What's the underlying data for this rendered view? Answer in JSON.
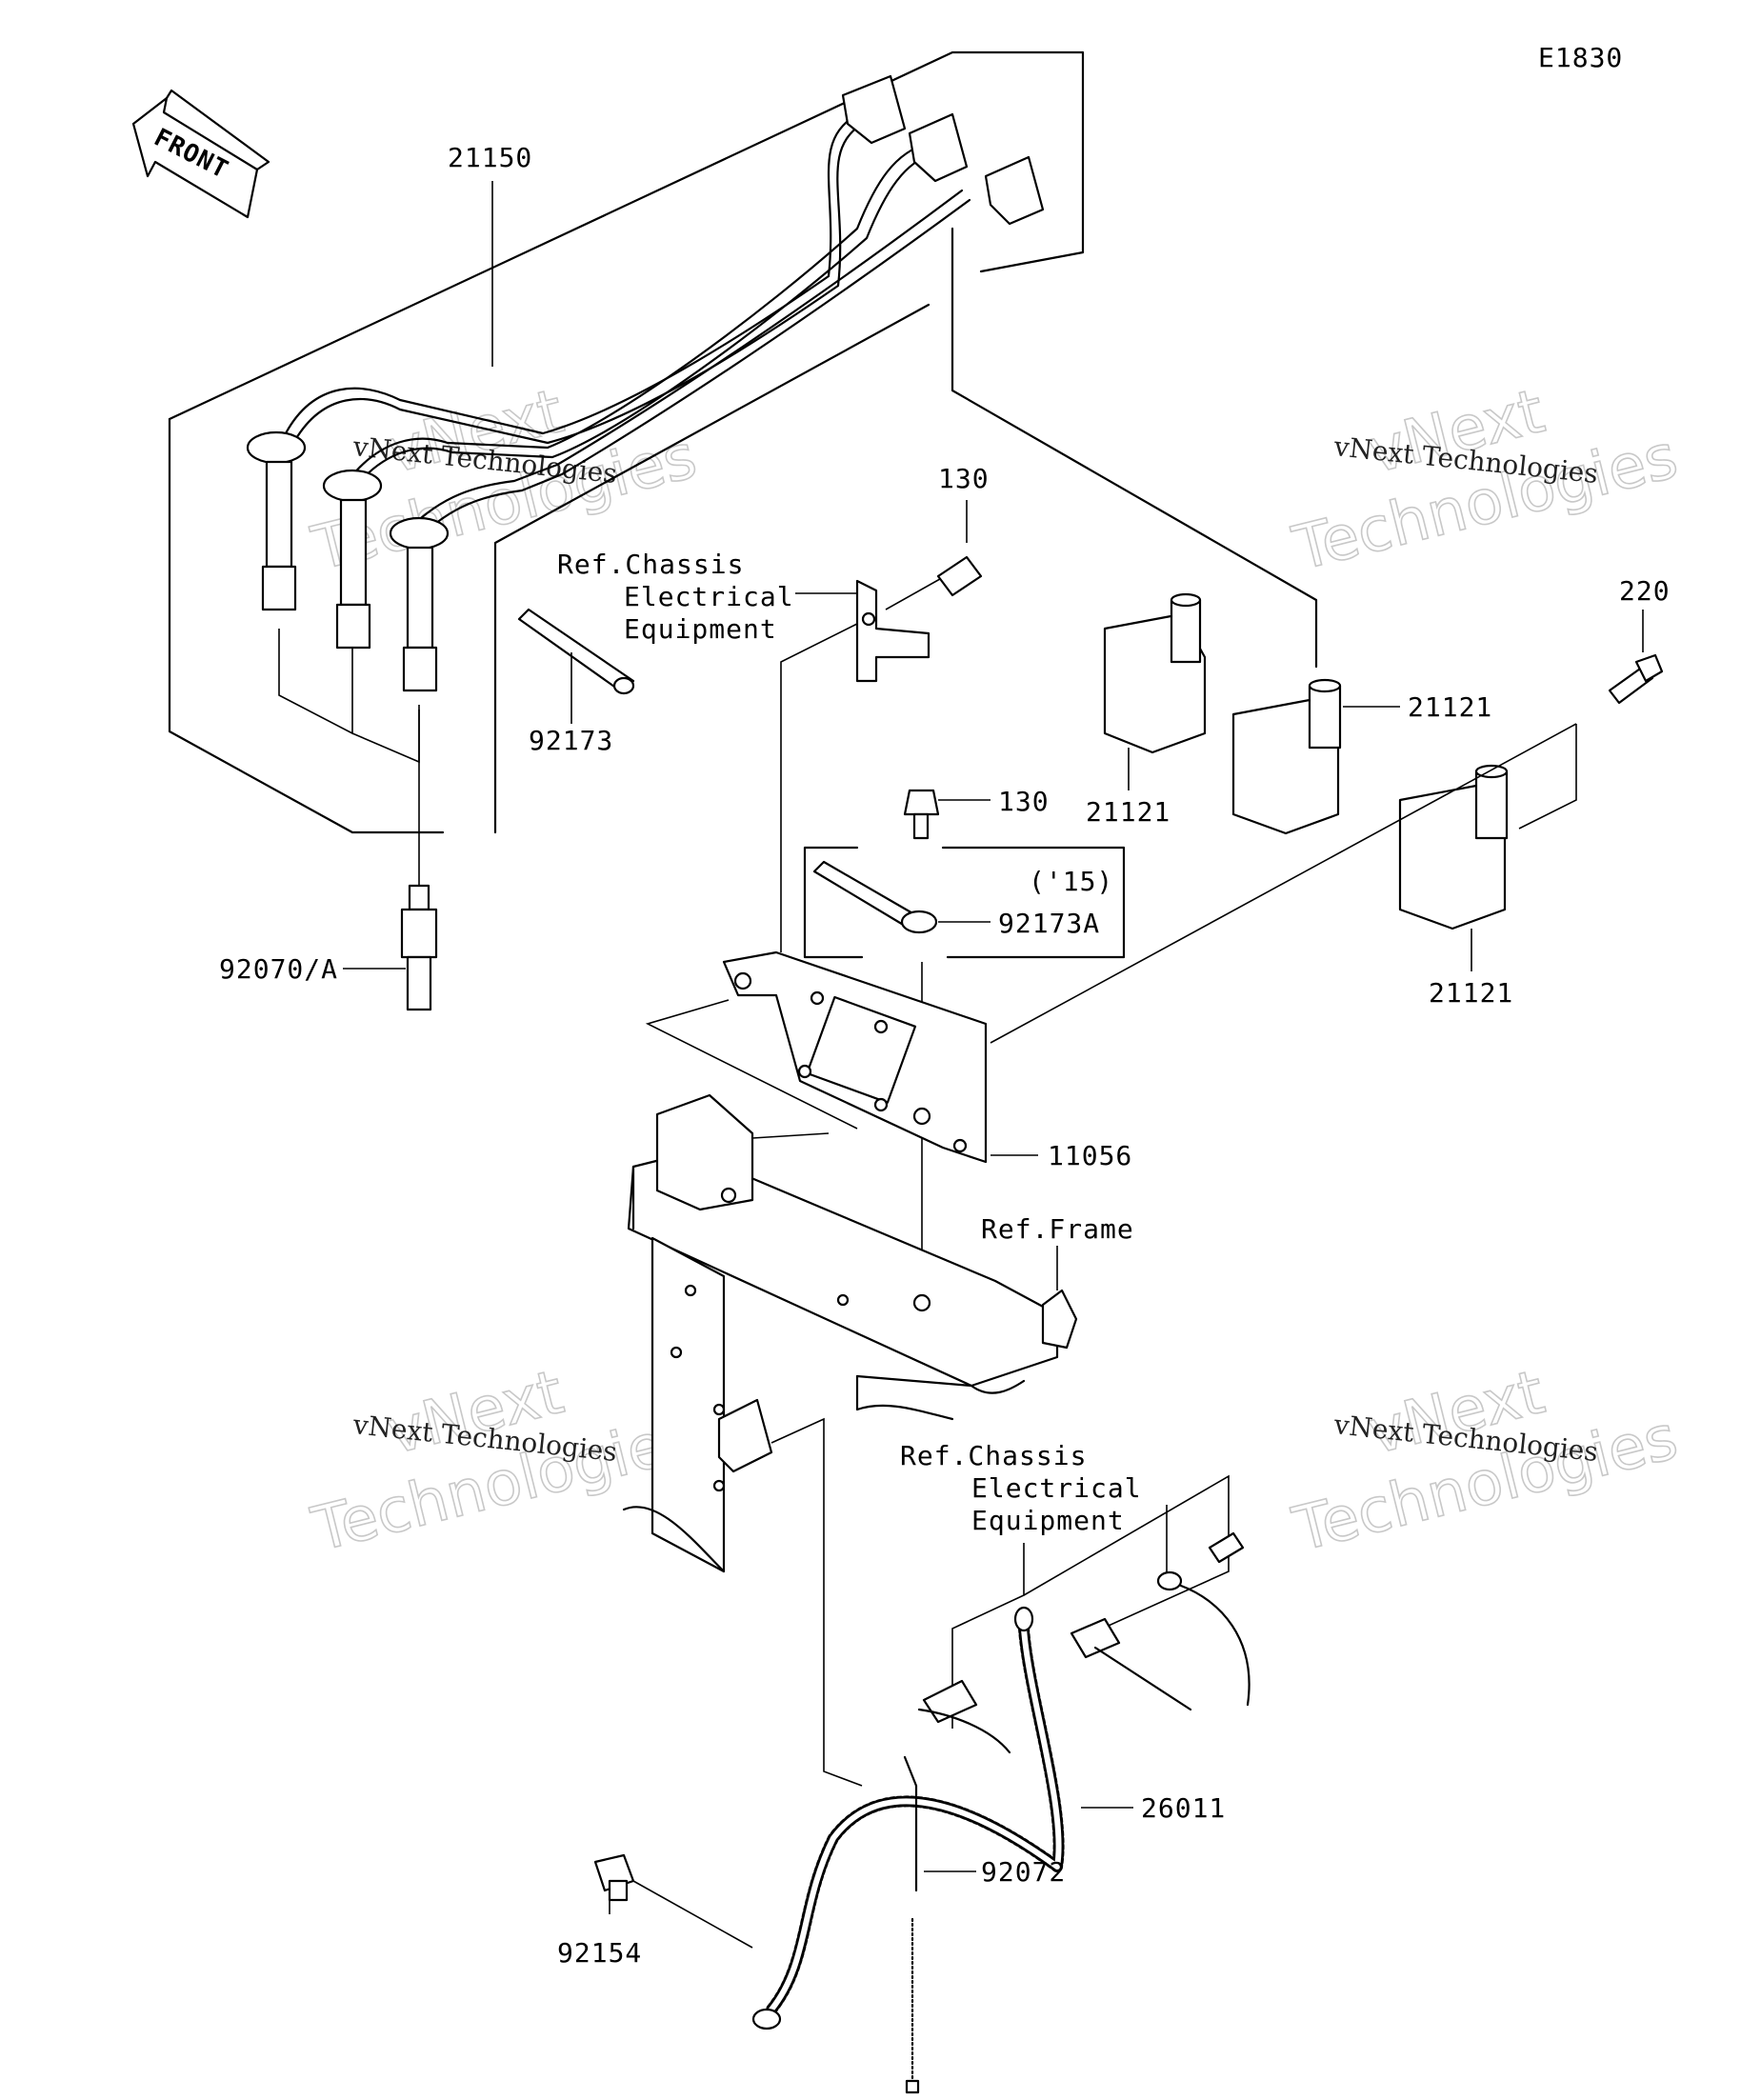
{
  "diagram_code": "E1830",
  "front_label": "FRONT",
  "watermark": {
    "line1": "vNext",
    "line2": "Technologies",
    "caption": "vNext Technologies"
  },
  "parts": {
    "p21150": "21150",
    "p130a": "130",
    "p130b": "130",
    "p92173": "92173",
    "p92173a": "92173A",
    "p21121a": "21121",
    "p21121b": "21121",
    "p21121c": "21121",
    "p220": "220",
    "p92070": "92070/A",
    "p11056": "11056",
    "p26011": "26011",
    "p92072": "92072",
    "p92154": "92154",
    "year_note": "('15)"
  },
  "refs": {
    "chassis_top": [
      "Ref.Chassis",
      "Electrical",
      "Equipment"
    ],
    "frame": "Ref.Frame",
    "chassis_bottom": [
      "Ref.Chassis",
      "Electrical",
      "Equipment"
    ]
  }
}
